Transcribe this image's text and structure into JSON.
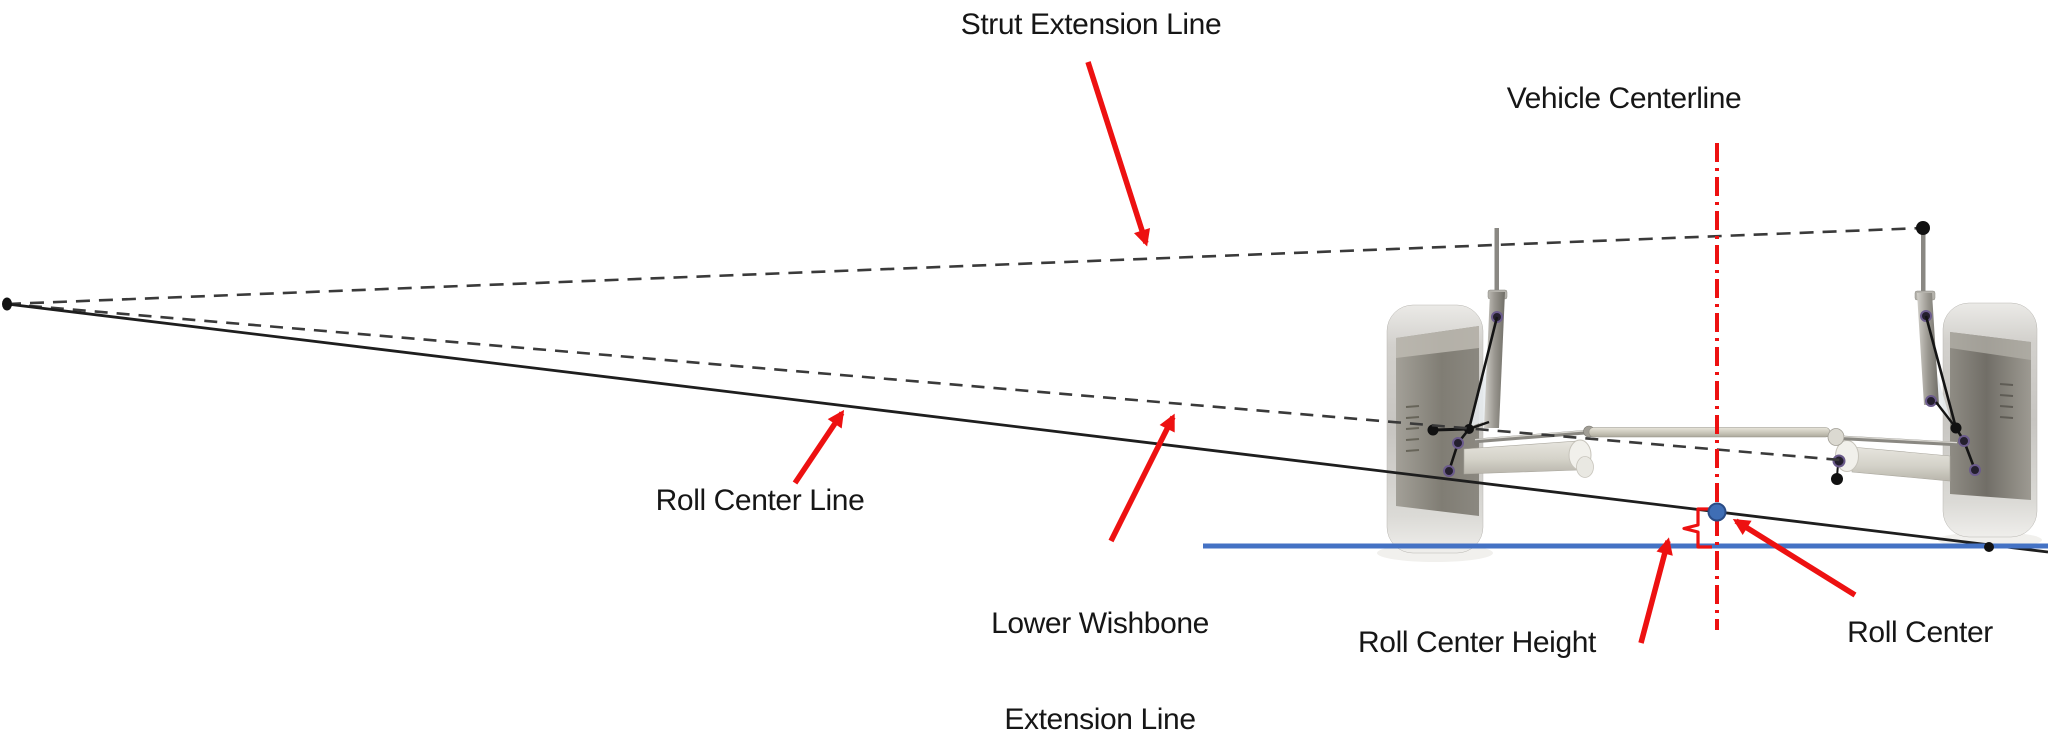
{
  "figure": {
    "title_context": "Front suspension roll-center construction diagram",
    "labels": {
      "strut_extension_line": "Strut Extension Line",
      "vehicle_centerline": "Vehicle Centerline",
      "roll_center_line": "Roll Center Line",
      "lower_wishbone_line1": "Lower Wishbone",
      "lower_wishbone_line2": "Extension Line",
      "roll_center_height": "Roll Center Height",
      "roll_center": "Roll Center"
    },
    "colors": {
      "annotation_red": "#ed1111",
      "ground_blue": "#4472c4",
      "roll_center_dot_fill": "#3f6eb5",
      "roll_center_dot_stroke": "#2a4c86",
      "construction_line": "#3a3a3a",
      "solid_line": "#1e1e1e"
    },
    "icons": {
      "roll_center_marker": "blue-dot-icon",
      "height_brace": "curly-brace-icon",
      "pointer_arrows": "red-arrow-icon"
    }
  }
}
